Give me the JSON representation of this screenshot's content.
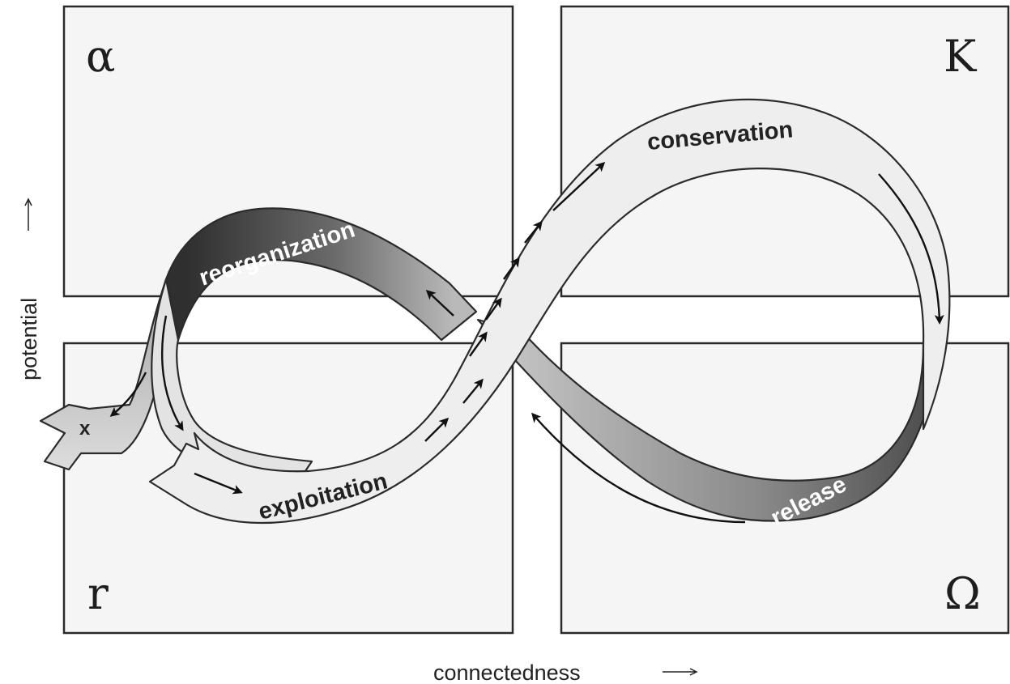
{
  "quadrants": {
    "alpha": "α",
    "k": "K",
    "r": "r",
    "omega": "Ω"
  },
  "axes": {
    "x_label": "connectedness",
    "y_label": "potential"
  },
  "phases": {
    "conservation": "conservation",
    "reorganization": "reorganization",
    "exploitation": "exploitation",
    "release": "release",
    "exit": "x"
  },
  "colors": {
    "panel_fill": "#f5f5f5",
    "ribbon_light": "#ececec",
    "ribbon_dark": "#3f3f3f",
    "outline": "#2b2b2b"
  }
}
